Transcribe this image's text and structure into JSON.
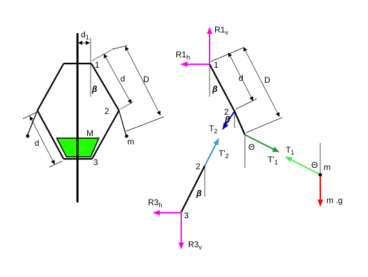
{
  "colors": {
    "mass_fill": "#22ff00",
    "reaction_arrow": "#ff00ff",
    "tension_T2": "#0000cc",
    "tension_T2_prime": "#3399dd",
    "tension_T1": "#229922",
    "tension_T1_prime": "#44ee44",
    "weight_arrow": "#ff0000"
  },
  "left_figure": {
    "dim_d1": "d",
    "dim_d1_sub": "1",
    "node_1": "1",
    "node_2": "2",
    "node_3": "3",
    "angle_beta": "β",
    "dim_d": "d",
    "dim_D": "D",
    "mass_M": "M",
    "mass_m": "m",
    "dim_d_left": "d"
  },
  "right_figure": {
    "R1v": "R1",
    "R1v_sub": "v",
    "R1h": "R1",
    "R1h_sub": "h",
    "node_1": "1",
    "beta_top": "β",
    "dim_d": "d",
    "dim_D": "D",
    "node_2_upper": "2",
    "T2": "T",
    "T2_sub": "2",
    "beta_mid": "β",
    "theta_mid": "Θ",
    "T1": "T",
    "T1_sub": "1",
    "T1_prime": "T'",
    "T1_prime_sub": "1",
    "T2_prime": "T'",
    "T2_prime_sub": "2",
    "node_2_lower": "2",
    "beta_low": "β",
    "theta_m": "Θ",
    "mass_m": "m",
    "weight": "m .g",
    "R3h": "R3",
    "R3h_sub": "h",
    "node_3": "3",
    "R3v": "R3",
    "R3v_sub": "v"
  }
}
